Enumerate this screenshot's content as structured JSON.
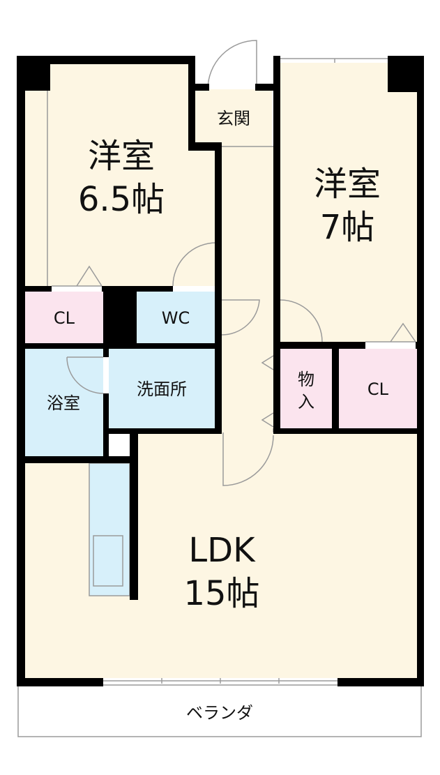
{
  "colors": {
    "floor": "#fdf6e3",
    "closet": "#fbe4ee",
    "wet": "#d7f0fa",
    "wall": "#000000",
    "line": "#9a9a9a"
  },
  "rooms": {
    "bedroom_left": {
      "name": "洋室",
      "size": "6.5帖"
    },
    "bedroom_right": {
      "name": "洋室",
      "size": "7帖"
    },
    "ldk": {
      "name": "LDK",
      "size": "15帖"
    },
    "entrance": "玄関",
    "closet_left": "CL",
    "closet_right": "CL",
    "wc": "WC",
    "washroom": "洗面所",
    "bath": "浴室",
    "storage_line1": "物",
    "storage_line2": "入",
    "veranda": "ベランダ"
  }
}
